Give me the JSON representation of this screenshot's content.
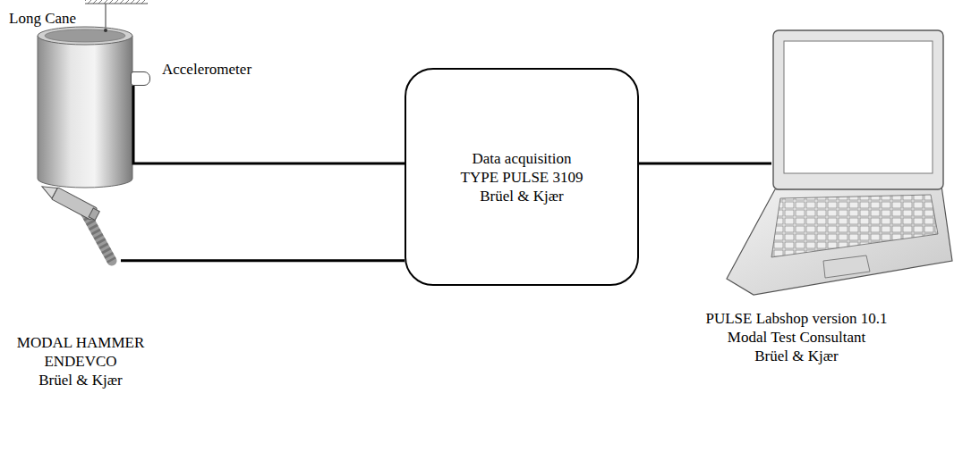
{
  "diagram": {
    "nodes": [
      {
        "text": [
          "Accelerometer"
        ]
      },
      {
        "text": [
          "MODAL HAMMER",
          "ENDEVCO",
          "Brüel & Kjær"
        ]
      },
      {
        "text": [
          "Data acquisition",
          "TYPE PULSE 3109",
          "Brüel & Kjær"
        ]
      },
      {
        "text": [
          "PULSE Labshop version 10.1",
          "Modal Test Consultant",
          "Brüel & Kjær"
        ]
      }
    ],
    "edges": [
      {
        "from": 0,
        "to": 2,
        "arrow": "none"
      },
      {
        "from": 1,
        "to": 2,
        "arrow": "none"
      },
      {
        "from": 2,
        "to": 3,
        "arrow": "none"
      }
    ],
    "labels": [
      "Long Cane"
    ]
  }
}
